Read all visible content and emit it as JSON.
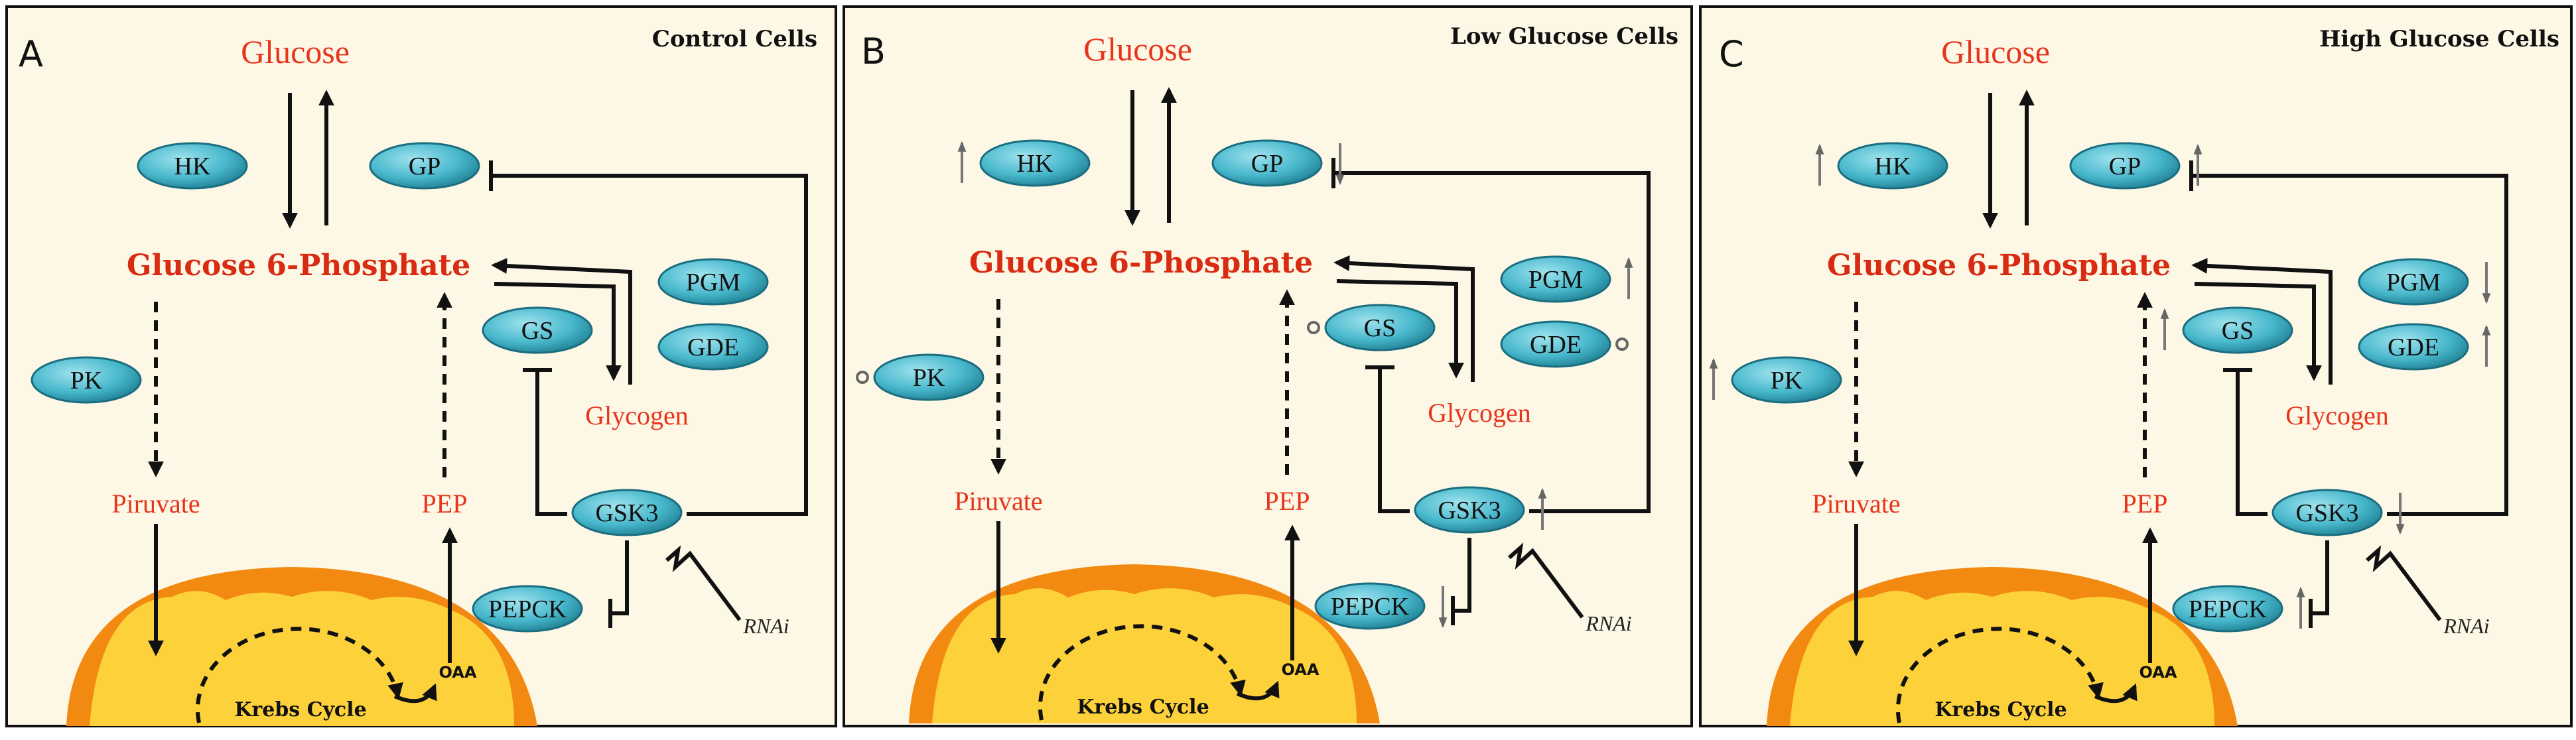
{
  "panels": [
    {
      "letter": "A",
      "condition": "Control Cells",
      "glucose": "Glucose",
      "g6p": "Glucose 6-Phosphate",
      "glycogen": "Glycogen",
      "piruvate": "Piruvate",
      "pep": "PEP",
      "oaa": "OAA",
      "krebs": "Krebs Cycle",
      "rnai": "RNAi",
      "enzymes": {
        "hk": "HK",
        "gp": "GP",
        "pgm": "PGM",
        "gde": "GDE",
        "gs": "GS",
        "pk": "PK",
        "gsk3": "GSK3",
        "pepck": "PEPCK"
      },
      "changes": {}
    },
    {
      "letter": "B",
      "condition": "Low Glucose Cells",
      "glucose": "Glucose",
      "g6p": "Glucose 6-Phosphate",
      "glycogen": "Glycogen",
      "piruvate": "Piruvate",
      "pep": "PEP",
      "oaa": "OAA",
      "krebs": "Krebs Cycle",
      "rnai": "RNAi",
      "enzymes": {
        "hk": "HK",
        "gp": "GP",
        "pgm": "PGM",
        "gde": "GDE",
        "gs": "GS",
        "pk": "PK",
        "gsk3": "GSK3",
        "pepck": "PEPCK"
      },
      "changes": {
        "hk": "up",
        "gp": "down",
        "pgm": "up",
        "gde": "none",
        "gs": "none",
        "pk": "none",
        "gsk3": "up",
        "pepck": "down"
      }
    },
    {
      "letter": "C",
      "condition": "High Glucose Cells",
      "glucose": "Glucose",
      "g6p": "Glucose 6-Phosphate",
      "glycogen": "Glycogen",
      "piruvate": "Piruvate",
      "pep": "PEP",
      "oaa": "OAA",
      "krebs": "Krebs Cycle",
      "rnai": "RNAi",
      "enzymes": {
        "hk": "HK",
        "gp": "GP",
        "pgm": "PGM",
        "gde": "GDE",
        "gs": "GS",
        "pk": "PK",
        "gsk3": "GSK3",
        "pepck": "PEPCK"
      },
      "changes": {
        "hk": "up",
        "gp": "up",
        "pgm": "down",
        "gde": "up",
        "gs": "up",
        "pk": "up",
        "gsk3": "down",
        "pepck": "up"
      }
    }
  ],
  "colors": {
    "panel_bg": "#fdf7e5",
    "enzyme_fill": "#48b8cc",
    "metabolite_text": "#e8341c",
    "mito_outer": "#f28a12",
    "mito_inner": "#fcd13a"
  }
}
